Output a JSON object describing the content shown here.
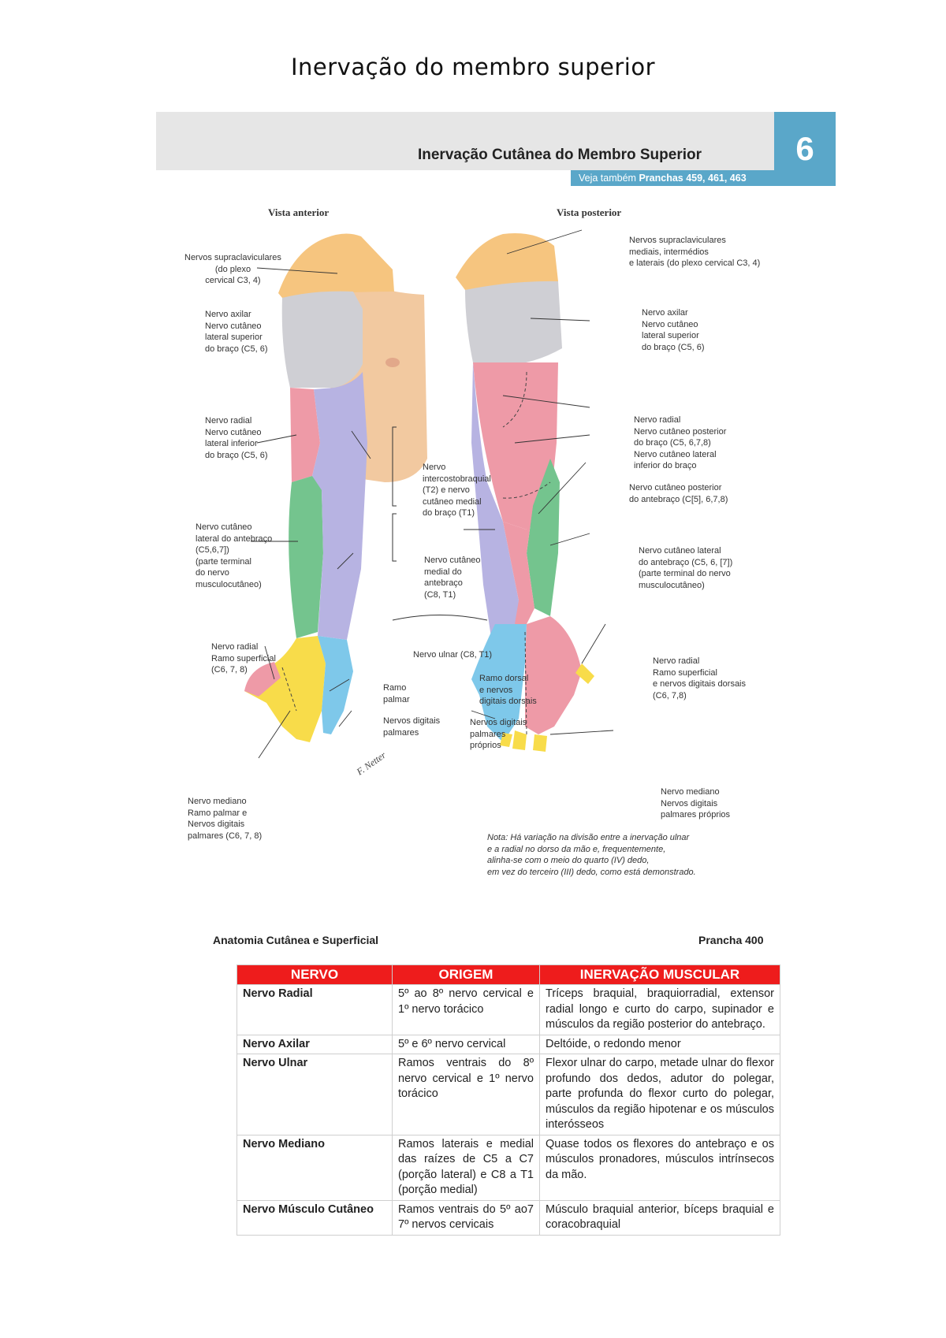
{
  "document": {
    "title": "Inervação do membro superior"
  },
  "plate": {
    "header_title": "Inervação Cutânea do Membro Superior",
    "see_also_prefix": "Veja também",
    "see_also_refs": "Pranchas 459, 461, 463",
    "plate_number": "6",
    "view_anterior": "Vista anterior",
    "view_posterior": "Vista posterior",
    "labels": {
      "ant_supraclav": "Nervos supraclaviculares\n(do plexo\ncervical C3, 4)",
      "ant_axilar": "Nervo axilar\nNervo cutâneo\nlateral superior\ndo braço (C5, 6)",
      "ant_radial": "Nervo radial\nNervo cutâneo\nlateral inferior\ndo braço (C5, 6)",
      "ant_lat_antebraco": "Nervo cutâneo\nlateral do antebraço\n(C5,6,7])\n(parte terminal\ndo nervo\nmusculocutâneo)",
      "ant_radial_sup": "Nervo radial\nRamo superficial\n(C6, 7, 8)",
      "ant_mediano": "Nervo mediano\nRamo palmar e\nNervos digitais\npalmares (C6, 7, 8)",
      "mid_intercosto": "Nervo\nintercostobraquial\n(T2) e nervo\ncutâneo medial\ndo braço (T1)",
      "mid_medial_antebraco": "Nervo cutâneo\nmedial do\nantebraço\n(C8, T1)",
      "mid_ulnar": "Nervo ulnar (C8, T1)",
      "mid_ramo_palmar": "Ramo\npalmar",
      "mid_digitais_palmares": "Nervos digitais\npalmares",
      "mid_ramo_dorsal": "Ramo dorsal\ne nervos\ndigitais dorsais",
      "mid_digitais_proprios": "Nervos digitais\npalmares\npróprios",
      "post_supraclav": "Nervos supraclaviculares\nmediais, intermédios\ne laterais (do plexo cervical C3, 4)",
      "post_axilar": "Nervo axilar\nNervo cutâneo\nlateral superior\ndo braço (C5, 6)",
      "post_radial": "Nervo radial\nNervo cutâneo posterior\ndo braço (C5, 6,7,8)\nNervo cutâneo lateral\ninferior do braço",
      "post_post_antebraco": "Nervo cutâneo posterior\ndo antebraço (C[5], 6,7,8)",
      "post_lat_antebraco": "Nervo cutâneo lateral\ndo antebraço (C5, 6, [7])\n(parte terminal do nervo\nmusculocutâneo)",
      "post_radial_sup": "Nervo radial\nRamo superficial\ne nervos digitais dorsais\n(C6, 7,8)",
      "post_mediano": "Nervo mediano\nNervos digitais\npalmares próprios",
      "note": "Nota: Há variação na divisão entre a inervação ulnar\ne a radial no dorso da mão e, frequentemente,\nalinha-se com o meio do quarto (IV) dedo,\nem vez do terceiro (III) dedo, como está demonstrado."
    },
    "signature": "F. Netter",
    "footer_left": "Anatomia Cutânea e Superficial",
    "footer_right": "Prancha 400",
    "colors": {
      "supraclavicular": "#f6c57f",
      "axillary": "#cfcfd4",
      "radial": "#ee9aa7",
      "musculocutaneous": "#74c48e",
      "medial_cutaneous": "#b7b3e2",
      "ulnar": "#7ec8ea",
      "median": "#f8dc4a",
      "skin": "#f2c9a0",
      "header_blue": "#5aa7c9"
    }
  },
  "table": {
    "headers": [
      "NERVO",
      "ORIGEM",
      "INERVAÇÃO MUSCULAR"
    ],
    "header_color": "#ee1c1c",
    "rows": [
      {
        "nerve": "Nervo Radial",
        "origin": "5º ao 8º nervo cervical e 1º nervo torácico",
        "innervation": "Tríceps braquial, braquiorradial, extensor radial longo e curto do carpo, supinador e músculos da região posterior do antebraço."
      },
      {
        "nerve": "Nervo Axilar",
        "origin": "5º e 6º nervo cervical",
        "innervation": "Deltóide, o redondo menor"
      },
      {
        "nerve": "Nervo Ulnar",
        "origin": "Ramos ventrais do 8º nervo cervical e 1º nervo torácico",
        "innervation": "Flexor ulnar do carpo, metade ulnar do flexor profundo dos dedos, adutor do polegar, parte profunda do flexor curto do polegar, músculos da região hipotenar e os músculos interósseos"
      },
      {
        "nerve": "Nervo Mediano",
        "origin": "Ramos laterais e medial das raízes de C5 a C7 (porção lateral) e C8 a T1 (porção medial)",
        "innervation": "Quase todos os flexores do antebraço e os músculos pronadores, músculos intrínsecos da mão."
      },
      {
        "nerve": "Nervo Músculo Cutâneo",
        "origin": "Ramos ventrais do 5º ao7 7º nervos cervicais",
        "innervation": "Músculo braquial anterior, bíceps braquial e coracobraquial"
      }
    ]
  }
}
